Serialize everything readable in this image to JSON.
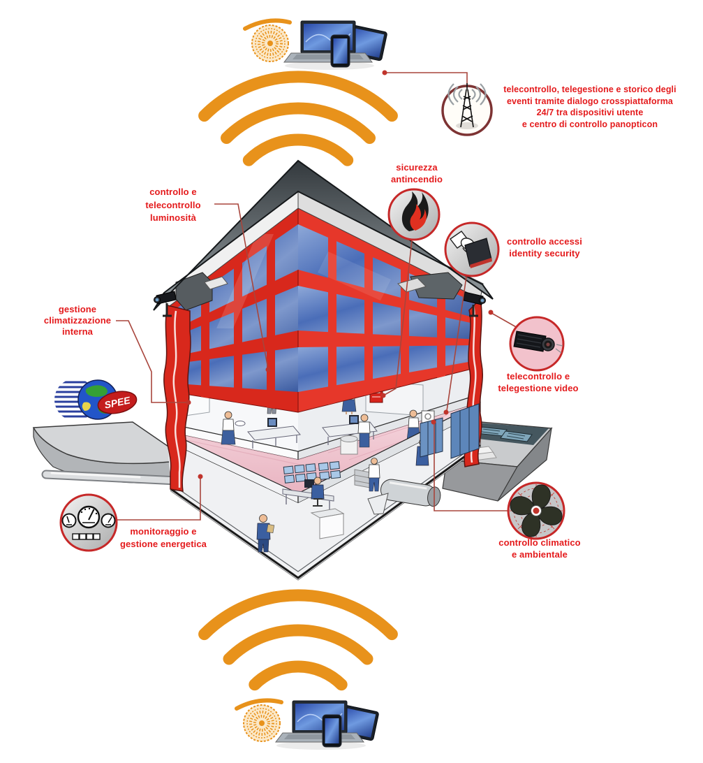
{
  "page": {
    "background": "#ffffff",
    "description": "isometric smart-building automation infographic"
  },
  "callouts": {
    "remote_platform": {
      "icon": "antenna-icon",
      "lines": [
        "telecontrollo, telegestione e storico degli",
        "eventi tramite dialogo crosspiattaforma",
        "24/7 tra dispositivi utente",
        "e centro di controllo panopticon"
      ]
    },
    "lighting": {
      "lines": [
        "controllo e",
        "telecontrollo",
        "luminosità"
      ]
    },
    "fire_safety": {
      "icon": "flame-icon",
      "lines": [
        "sicurezza",
        "antincendio"
      ]
    },
    "access_control": {
      "icon": "card-swipe-icon",
      "lines": [
        "controllo accessi",
        "identity security"
      ]
    },
    "internal_climate": {
      "lines": [
        "gestione",
        "climatizzazione",
        "interna"
      ]
    },
    "video_surveillance": {
      "icon": "cctv-camera-icon",
      "lines": [
        "telecontrollo e",
        "telegestione video"
      ]
    },
    "energy": {
      "icon": "gauges-icon",
      "lines": [
        "monitoraggio e",
        "gestione energetica"
      ]
    },
    "environment_climate": {
      "icon": "fan-icon",
      "lines": [
        "controllo climatico",
        "e ambientale"
      ]
    }
  },
  "logo": {
    "spee_text": "SPEE"
  },
  "colors": {
    "label_red": "#e41a1c",
    "wifi_orange": "#e8921b",
    "facade_red": "#d8281c",
    "leader_line": "#a8453c",
    "icon_ring_red": "#c62828",
    "antenna_ring": "#7d3333"
  }
}
